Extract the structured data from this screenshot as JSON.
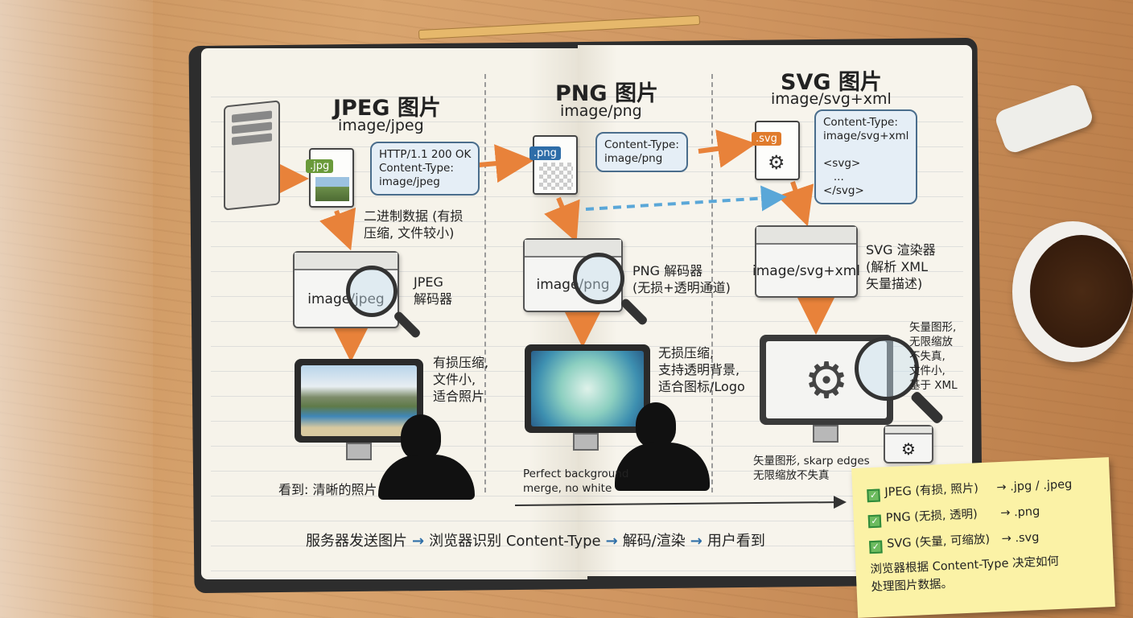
{
  "columns": [
    {
      "title": "JPEG 图片",
      "mime": "image/jpeg",
      "file_tag": ".jpg",
      "file_tag_color": "#6a9a3a",
      "bubble": "HTTP/1.1 200 OK\nContent-Type:\nimage/jpeg",
      "data_note": "二进制数据 (有损\n压缩, 文件较小)",
      "browser_text": "image/jpeg",
      "decoder_label": "JPEG\n解码器",
      "result_note": "有损压缩,\n文件小,\n适合照片",
      "user_caption": "看到: 清晰的照片"
    },
    {
      "title": "PNG 图片",
      "mime": "image/png",
      "file_tag": ".png",
      "file_tag_color": "#2e6da8",
      "bubble": "Content-Type:\nimage/png",
      "browser_text": "image/png",
      "decoder_label": "PNG 解码器\n(无损+透明通道)",
      "result_note": "无损压缩,\n支持透明背景,\n适合图标/Logo",
      "user_caption": "Perfect background\nmerge, no white"
    },
    {
      "title": "SVG 图片",
      "mime": "image/svg+xml",
      "file_tag": ".svg",
      "file_tag_color": "#e07b2c",
      "bubble": "Content-Type:\nimage/svg+xml\n\n<svg>\n   ...\n</svg>",
      "browser_text": "image/svg+xml",
      "decoder_label": "SVG 渲染器\n(解析 XML\n矢量描述)",
      "result_note": "矢量图形,\n无限缩放\n不失真,\n文件小,\n基于 XML",
      "user_caption": "矢量图形, skarp edges\n无限缩放不失真"
    }
  ],
  "summary": {
    "items": [
      {
        "label": "JPEG (有损, 照片)",
        "ext": ".jpg / .jpeg"
      },
      {
        "label": "PNG (无损, 透明)",
        "ext": ".png"
      },
      {
        "label": "SVG (矢量, 可缩放)",
        "ext": ".svg"
      }
    ],
    "arrow": "→",
    "footer": "浏览器根据 Content-Type 决定如何\n处理图片数据。"
  },
  "flow": {
    "steps": [
      "服务器发送图片",
      "浏览器识别 Content-Type",
      "解码/渲染",
      "用户看到"
    ],
    "separator": "→"
  },
  "colors": {
    "arrow": "#e8823a",
    "bubble_border": "#4a6d8c",
    "accent_blue": "#5aa7d8",
    "note": "#fbf2a6"
  }
}
